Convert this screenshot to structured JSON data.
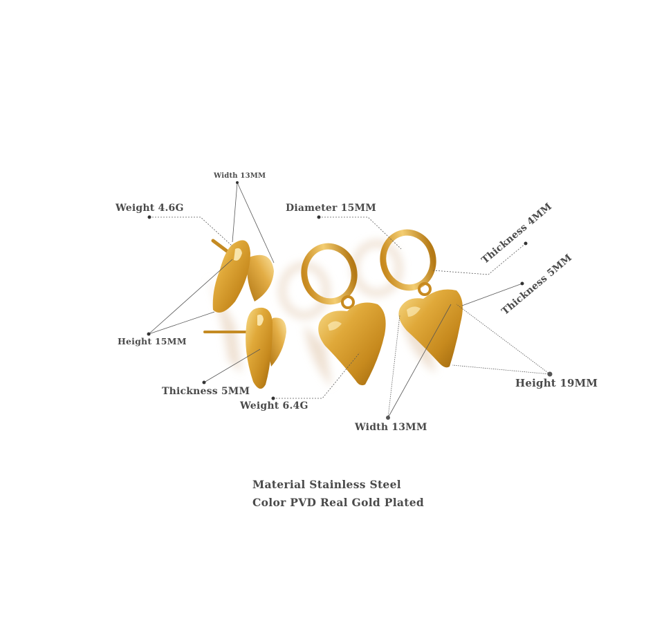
{
  "diagram": {
    "subject": "Gold heart earrings — stud pair and hoop-drop pair",
    "colors": {
      "background": "#ffffff",
      "text": "#4a4a4a",
      "leader_line": "#555555",
      "gold_light": "#f6d27a",
      "gold_mid": "#d9a22f",
      "gold_dark": "#a8700f",
      "shadow": "#ead9c8"
    },
    "stud_earrings": {
      "labels": {
        "width": "Width 13MM",
        "weight": "Weight 4.6G",
        "height": "Height 15MM",
        "thickness": "Thickness 5MM"
      }
    },
    "hoop_earrings": {
      "labels": {
        "diameter": "Diameter 15MM",
        "weight": "Weight 6.4G",
        "thickness_hoop": "Thickness 4MM",
        "thickness_heart": "Thickness 5MM",
        "height": "Height 19MM",
        "width": "Width 13MM"
      }
    },
    "specs": {
      "material": "Material Stainless Steel",
      "color": "Color PVD Real Gold Plated"
    }
  }
}
